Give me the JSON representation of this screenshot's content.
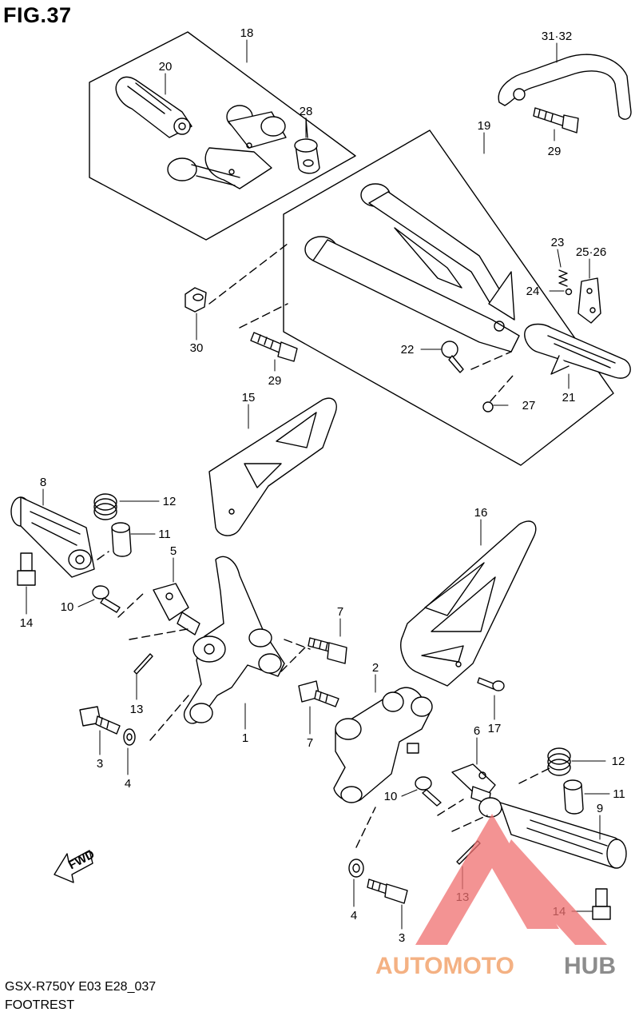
{
  "figure": {
    "title": "FIG.37"
  },
  "footer": {
    "model_code": "GSX-R750Y E03 E28_037",
    "section": "FOOTREST"
  },
  "fwd_label": "FWD",
  "watermark": {
    "part1": "AUTOMOTO",
    "part2": "HUB",
    "color1": "#f4b183",
    "color2": "#8c8c8c",
    "logo_color": "#f07070"
  },
  "callouts": {
    "c1": "1",
    "c2": "2",
    "c3a": "3",
    "c3b": "3",
    "c4a": "4",
    "c4b": "4",
    "c5": "5",
    "c6": "6",
    "c7a": "7",
    "c7b": "7",
    "c8": "8",
    "c9": "9",
    "c10a": "10",
    "c10b": "10",
    "c11a": "11",
    "c11b": "11",
    "c12a": "12",
    "c12b": "12",
    "c13a": "13",
    "c13b": "13",
    "c14a": "14",
    "c14b": "14",
    "c15": "15",
    "c16": "16",
    "c17": "17",
    "c18": "18",
    "c19": "19",
    "c20": "20",
    "c21": "21",
    "c22": "22",
    "c23": "23",
    "c24": "24",
    "c25_26": "25·26",
    "c27": "27",
    "c28": "28",
    "c29a": "29",
    "c29b": "29",
    "c30": "30",
    "c31_32": "31·32"
  }
}
